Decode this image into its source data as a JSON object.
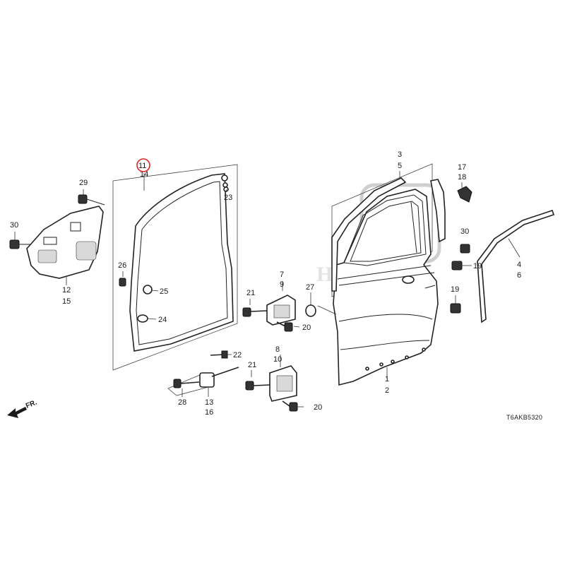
{
  "diagram": {
    "reference_code": "T6AKB5320",
    "direction_label": "FR.",
    "watermark_text": "HONDA",
    "highlighted_callout": "11",
    "callouts": {
      "c1": "1",
      "c2": "2",
      "c3": "3",
      "c4": "4",
      "c5": "5",
      "c6": "6",
      "c7": "7",
      "c8": "8",
      "c9": "9",
      "c10": "10",
      "c11": "11",
      "c12": "12",
      "c13": "13",
      "c14": "14",
      "c15": "15",
      "c16": "16",
      "c17": "17",
      "c18": "18",
      "c19a": "19",
      "c19b": "19",
      "c20a": "20",
      "c20b": "20",
      "c21a": "21",
      "c21b": "21",
      "c22": "22",
      "c23": "23",
      "c24": "24",
      "c25": "25",
      "c26": "26",
      "c27": "27",
      "c28": "28",
      "c29": "29",
      "c30a": "30",
      "c30b": "30"
    },
    "accent_color": "#d42a2a"
  }
}
